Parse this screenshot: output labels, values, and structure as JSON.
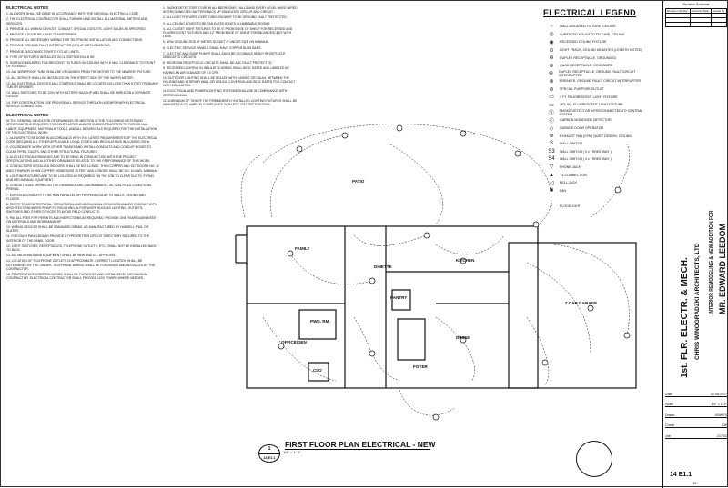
{
  "notes_a": {
    "heading": "ELECTRICAL NOTES",
    "items": [
      "1. ALL WORK SHALL BE DONE IN ACCORDANCE WITH THE NATIONAL ELECTRICAL CODE.",
      "2. THE ELECTRICAL CONTRACTOR SHALL FURNISH AND INSTALL ALL MATERIAL, METERS AND SERVICES.",
      "3. PROVIDE ALL WIRING DEVICES, CONDUIT, SPECIAL OUTLETS, LIGHT BULBS AS SPECIFIED.",
      "4. PROVIDE A DOOR BELL AND TRANSFORMER.",
      "5. PROVIDE ALL NECESSARY WIRING FOR TELEPHONE INSTALLATION AND CONNECTIONS.",
      "6. PROVIDE GROUND FAULT INTERRUPTER (GFI) AT WET LOCATIONS.",
      "7. PROVIDE DISCONNECT SWITCH TO A/C UNITS.",
      "8. TYPE OF FIXTURES INSTALLED IN CLOSETS SHOULD BE",
      "9. SURFACE MOUNTED FLUORESCENT FIXTURES ON CEILING WITH 6' MIN. CLEARANCE TO FRONT OF STORAGE.",
      "10. ALL WIREPROOF TUBS SHALL BE GROUNDED FROM THE MOTOR TO THE NEAREST FIXTURE.",
      "11. ALL SERVICE SHALL BE INSTALLED ON THE STREET SIDE OF THE WATER METER.",
      "12. ALL ELECTRICAL DEVICES AND CONTROLS SHALL BE LOCATED NO LESS THAN 5 FEET FROM ANY TUB OR SHOWER.",
      "13. WALL SWITCHES TO BE 120V WITH BATTERY BACKUP AND SHALL BE WIRED ON A SEPARATE CIRCUIT.",
      "14. FOR CONSTRUCTION USE PROVIDE ALL SERVICE THROUGH A TEMPORARY ELECTRICAL SERVICE CONNECTION."
    ],
    "heading2": "ELECTRICAL NOTES",
    "items2": [
      "IN THE GENERAL INDICATION OF DRAWINGS OR MENTION IN THE FOLLOWING NOTES AND SPECIFICATIONS REQUIRES THE CONTRACTOR AND/OR SUBCONTRACTORS TO FURNISH ALL LABOR, EQUIPMENT, MATERIALS, TOOLS, AND ALL INCIDENTALS REQUIRED FOR THE INSTALLATION OF THE ELECTRICAL WORK.",
      "1. ALL WORK TO BE DONE IN ACCORDANCE WITH THE LATEST REQUIREMENTS OF THE ELECTRICAL CODE (NEC) AND ALL OTHER APPLICABLE LOCAL CODES AND REGULATIONS INCLUDING OSHA.",
      "2. CO-ORDINATE WORK WITH OTHER TRADES AND INSTALL CONDUITS AND CONDUIT BOXES TO CLEAR PIPES, DUCTS, AND OTHER STRUCTURAL FEATURES.",
      "3. ALL ELECTRICAL DRAWINGS ARE TO BE READ IN CONJUNCTION WITH THE PROJECT SPECIFICATIONS AND ALL OTHER DRAWINGS RELATED TO THE PERFORMANCE OF THIS WORK.",
      "4. CONDUCTORS INSTALLED INDOORS SHALL BE NO. 12 AWG. THHN COPPER AND OUTDOORS NO. 12 AWG. THWN OR XHHW COPPER. HOMERUNS 75 FEET AND LONGER SHALL BE NO. 10 AWG. MINIMUM.",
      "5. LIGHTING FIXTURES ARE TO BE LOCATED AS REQUIRED ON THE JOB TO CLEAR DUCTS, PIPING AND MECHANICAL EQUIPMENT.",
      "6. CONDUIT RUNS SHOWN ON THE DRAWINGS ARE DIAGRAMMATIC. ACTUAL FIELD CONDITIONS PREVAIL.",
      "7. EXPOSED CONDUITS TO BE RUN PARALLEL OR PERPENDICULAR TO WALLS, CEILING AND FLOORS.",
      "8. REFER TO ARCHITECTURAL, STRUCTURAL AND MECHANICAL DRAWINGS AND/OR CONSULT WITH ARCHITECT/ENGINEER PRIOR TO ROUGHING-IN FOR WORK SUCH AS LIGHTING, OUTLETS, SWITCHES AND OTHER DEVICES TO AVOID FIELD CONFLICTS.",
      "9. PAY ALL FEES FOR PERMITS AND INSPECTIONS AS REQUIRED. PROVIDE ONE YEAR GUARANTEE ON MATERIALS AND WORKMANSHIP.",
      "10. WIRING DEVICES SHALL BE STANDARD GRADE, AS MANUFACTURED BY HUBBELL, P&S, OR SLATER.",
      "11. FOR EACH PANELBOARD PROVIDE A TYPEWRITTEN CIRCUIT DIRECTORY SECURED TO THE INTERIOR OF THE PANEL DOOR.",
      "12. LIGHT SWITCHES, RECEPTACLES, TELEPHONE OUTLETS, ETC., SHALL NOT BE INSTALLED BACK TO BACK.",
      "13. ALL MATERIALS AND EQUIPMENT SHALL BE NEW AND U.L. APPROVED.",
      "14. LOCATION OF TELEPHONE OUTLETS IS APPROXIMATE. CORRECT LOCATION SHALL BE DETERMINED BY THE OWNER. TELEPHONE WIRING SHALL BE FURNISHED AND INSTALLED BY THE CONTRACTOR.",
      "15. TEMPERATURE CONTROL WIRING SHALL BE FURNISHED AND INSTALLED BY MECHANICAL CONTRACTOR. ELECTRICAL CONTRACTOR SHALL PROVIDE 120V POWER WHERE NEEDED."
    ]
  },
  "notes_b": {
    "items": [
      "1. SMOKE DETECTORS TO BE IN ALL BEDROOMS, HALLS AND EVERY LEVEL HARD WIRED INTERCONNECTED BATTERY BACK UP DEDICATED CIRCUIT AND CIRCUIT.",
      "2. ALL LIGHT FIXTURES OVER TUB/S SHOWER TO BE GROUND FAULT PROTECTED.",
      "3. ALL CEILING BOXES TO BE FAN RATED BOXES IN HABITABLE ROOMS.",
      "4. ALL CLOSET LIGHT FIXTURES TO BE 6\" FROM EDGE OF SHELF FOR RECESSED AND FLUORESCENT FIXTURES AND 12\" FROM EDGE OF SHELF FOR INCANDESCENT WITH LENS.",
      "5. NEW GROUND ROD AT METER SOCKET IF UNDER SIZE ON MINIMUM.",
      "6. ELECTRIC SERVICE PANELS SHALL HAVE COPPER BUSS BARS.",
      "7. ELECTRIC AND SUMP PUMPS SHALL EACH BE ON SINGLE HEAVY RECEPTACLE DEDICATED CIRCUITS.",
      "8. BEDROOM RECEPTACLE CIRCUITS SHALL BE ARC FAULT PROTECTED.",
      "9. RECESSED LIGHTING IN INSULATED AREAS SHALL BE IC RATED AND LABELED AS HAVING AN AIR LEAKAGE OF 2.0 CFM.",
      "10. OUTDOOR LIGHTING SHALL BE SEALED WITH GASKET OR CAULK BETWEEN THE HOUSING AND INTERIOR WALL OR CEILING COVERING AND BE IC RATED FOR CONTACT WITH INSULATION.",
      "11. ELECTRICAL AND POWER LIGHTING SYSTEMS SHALL BE IN COMPLIANCE WITH SECTION N1104.",
      "12. A MINIMUM OF 75% OF THE PERMANENTLY INSTALLED LIGHTING FIXTURES SHALL BE HIGH EFFICACY LAMPS IN COMPLIANCE WITH ECC 2012 SECTION R404."
    ]
  },
  "legend": {
    "title": "ELECTRICAL LEGEND",
    "rows": [
      {
        "sym": "○",
        "label": "WALL MOUNTED FIXTURE, CEILING"
      },
      {
        "sym": "◎",
        "label": "SURFACED MOUNTED FIXTURE, CEILING"
      },
      {
        "sym": "◉",
        "label": "RECESSED CEILING FIXTURE"
      },
      {
        "sym": "⊙",
        "label": "LIGHT TRACK, CEILING MOUNTED (LENGTH NOTED)"
      },
      {
        "sym": "⊖",
        "label": "DUPLEX RECEPTACLE, GROUNDED"
      },
      {
        "sym": "⊜",
        "label": "QUAD RECEPTACLE, GROUNDED"
      },
      {
        "sym": "⊕",
        "label": "DUPLEX RECEPTACLE, GROUND FAULT CIRCUIT INTERRUPTER"
      },
      {
        "sym": "⊗",
        "label": "BREAKER, GROUND FAULT CIRCUIT INTERRUPTER"
      },
      {
        "sym": "⊘",
        "label": "SPECIAL PURPOSE OUTLET"
      },
      {
        "sym": "▭",
        "label": "4 FT. FLUORESCENT LIGHT FIXTURE"
      },
      {
        "sym": "▭",
        "label": "1FT. SQ. FLUORESCENT LIGHT FIXTURE"
      },
      {
        "sym": "Ⓢ",
        "label": "SMOKE DETECTOR INTERCONNECTED TO CENTRAL SYSTEM"
      },
      {
        "sym": "Ⓒ",
        "label": "CARBON MONOXIDE DETECTOR"
      },
      {
        "sym": "◇",
        "label": "GARAGE DOOR OPERATOR"
      },
      {
        "sym": "⊛",
        "label": "EXHAUST FAN (CFM) QUIET DESIGN, CEILING"
      },
      {
        "sym": "S",
        "label": "WALL SWITCH"
      },
      {
        "sym": "S3",
        "label": "WALL SWITCH ( 3 x THREE WAY )"
      },
      {
        "sym": "S4",
        "label": "WALL SWITCH ( 4 x THREE WAY )"
      },
      {
        "sym": "▽",
        "label": "PHONE JACK"
      },
      {
        "sym": "▲",
        "label": "TV CONNECTION"
      },
      {
        "sym": "◁",
        "label": "BELL JACK"
      },
      {
        "sym": "✱",
        "label": "FAN"
      },
      {
        "sym": "",
        "label": ""
      },
      {
        "sym": "⟟",
        "label": "FLOODLIGHT"
      }
    ]
  },
  "rooms": {
    "patio": "PATIO",
    "family": "FAMILY",
    "dinette": "DINETTE",
    "kitchen": "KITCHEN",
    "pantry": "PANTRY",
    "garage": "2 CAR GARAGE",
    "pwd": "PWD. RM.",
    "office": "OFFICE/DEN",
    "foyer": "FOYER",
    "dining": "DINING",
    "clo": "CLO"
  },
  "drawing": {
    "title": "FIRST FLOOR PLAN ELECTRICAL - NEW",
    "scale": "1/4\" = 1'-0\"",
    "ref_num": "1",
    "ref_sheet": "14 E1.1"
  },
  "title_block": {
    "revision_schedule": "Revision Schedule",
    "rev_headers": [
      "Revision Number",
      "Revision Date",
      "Issued by"
    ],
    "sheet_title": "1st. FLR. ELECTR. & MECH.",
    "architect": "CHRIS WINOGRADZKI ARCHITECTS, LTD",
    "project": "INTERIOR REMODELING & NEW ADDITION FOR",
    "client": "MR. EDWARD LEEDOM",
    "fields": [
      {
        "label": "Date",
        "value": "02.08.2017"
      },
      {
        "label": "Scale",
        "value": "1/4\" = 1'-0\""
      },
      {
        "label": "Drawn",
        "value": "KNWES"
      },
      {
        "label": "Check",
        "value": "CW"
      },
      {
        "label": "Job",
        "value": "2170/2"
      }
    ],
    "sheet_no": "14 E1.1",
    "sheet_of": "15"
  }
}
